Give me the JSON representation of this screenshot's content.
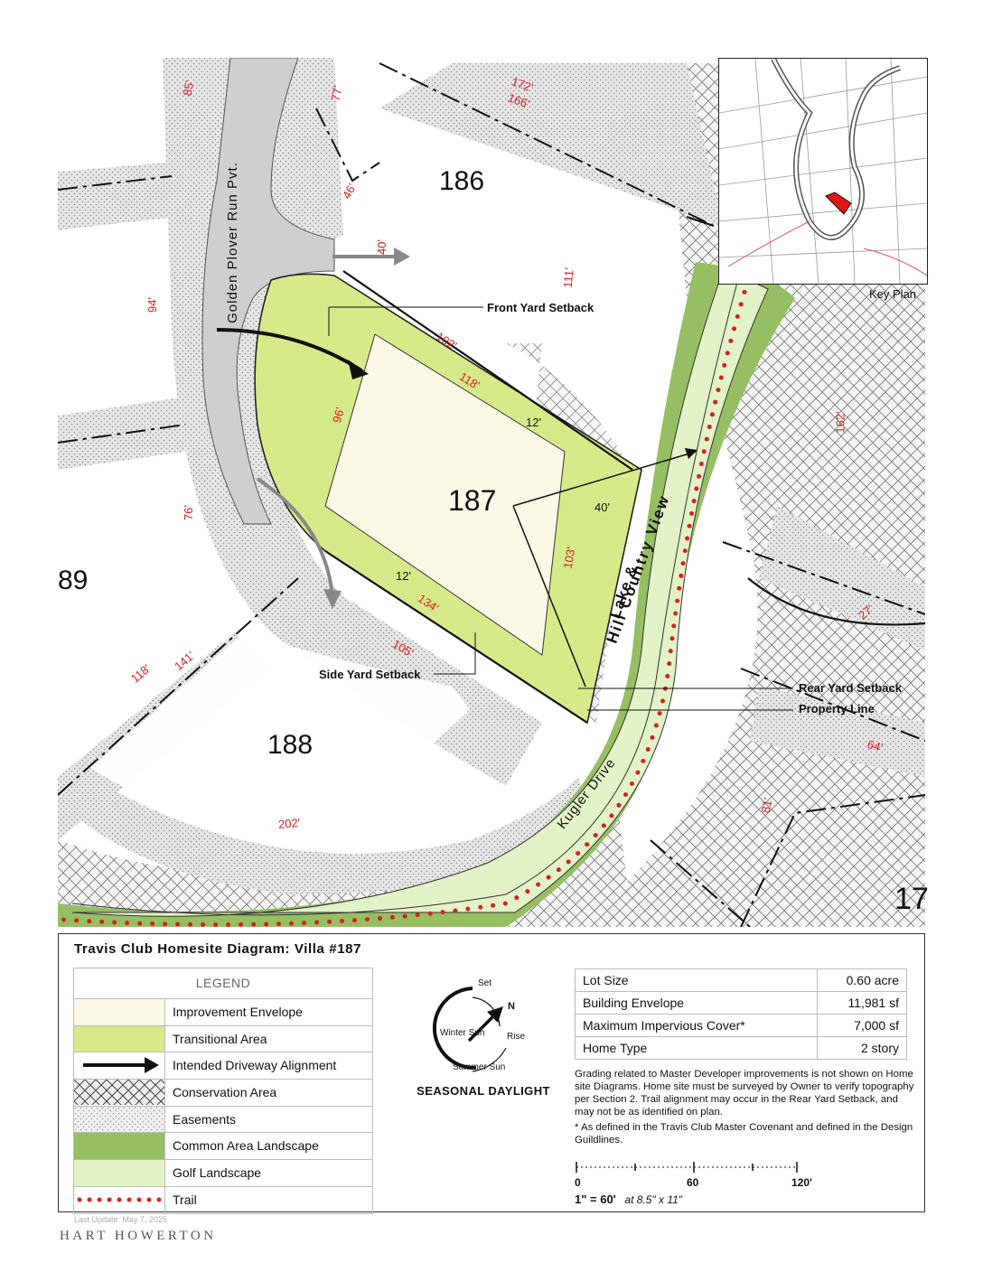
{
  "lots": {
    "main": "187",
    "north": "186",
    "south": "188",
    "west": "89",
    "east": "17"
  },
  "streets": {
    "golden_plover": "Golden Plover Run Pvt.",
    "lake_hill_line1": "Lake &",
    "lake_hill_line2": "Hill Country View",
    "kugler": "Kugler Drive"
  },
  "callouts": {
    "front_setback": "Front Yard Setback",
    "side_setback": "Side Yard Setback",
    "rear_setback": "Rear Yard Setback",
    "property_line": "Property Line"
  },
  "dimensions": {
    "d85": "85'",
    "d77": "77'",
    "d172": "172'",
    "d166": "166'",
    "d46": "46'",
    "d40a": "40'",
    "d111": "111'",
    "d94": "94'",
    "d102": "102'",
    "d118a": "118'",
    "d96": "96'",
    "d12a": "12'",
    "d162": "162'",
    "d40b": "40'",
    "d76": "76'",
    "d103": "103'",
    "d12b": "12'",
    "d134": "134'",
    "d27": "27'",
    "d105": "105'",
    "d118b": "118'",
    "d141": "141'",
    "d64": "64'",
    "d81": "81'",
    "d202": "202'"
  },
  "key_plan": {
    "label": "Key Plan"
  },
  "panel": {
    "title": "Travis Club Homesite Diagram: Villa #187"
  },
  "legend": {
    "header": "LEGEND",
    "items": [
      {
        "label": "Improvement Envelope",
        "swatch": "improvement",
        "color": "#fbf8e6"
      },
      {
        "label": "Transitional Area",
        "swatch": "transitional",
        "color": "#d6ea8a"
      },
      {
        "label": "Intended Driveway Alignment",
        "swatch": "driveway",
        "color": "#111111"
      },
      {
        "label": "Conservation Area",
        "swatch": "conservation",
        "color": "#444444"
      },
      {
        "label": "Easements",
        "swatch": "easements",
        "color": "#cfcfcf"
      },
      {
        "label": "Common Area Landscape",
        "swatch": "common",
        "color": "#96be63"
      },
      {
        "label": "Golf Landscape",
        "swatch": "golf",
        "color": "#e2f3c7"
      },
      {
        "label": "Trail",
        "swatch": "trail",
        "color": "#d42020"
      }
    ]
  },
  "daylight": {
    "set": "Set",
    "north": "N",
    "rise": "Rise",
    "winter": "Winter Sun",
    "summer": "Summer Sun",
    "title": "SEASONAL DAYLIGHT"
  },
  "stats": {
    "rows": [
      {
        "label": "Lot Size",
        "value": "0.60 acre"
      },
      {
        "label": "Building Envelope",
        "value": "11,981 sf"
      },
      {
        "label": "Maximum Impervious Cover*",
        "value": "7,000 sf"
      },
      {
        "label": "Home Type",
        "value": "2 story"
      }
    ]
  },
  "notes": {
    "grading": "Grading related to Master Developer improvements is not shown on Home site Diagrams. Home site must be surveyed by Owner to verify topography per Section 2. Trail alignment may occur in the Rear Yard Setback, and may not be as identified on plan.",
    "footnote": "* As defined in the Travis Club Master Covenant and defined in the Design Guildlines."
  },
  "scale": {
    "t0": "0",
    "t60": "60",
    "t120": "120'",
    "ratio": "1\" = 60'",
    "paper": "at 8.5\" x 11\""
  },
  "footer": {
    "last_update": "Last Update: May 7, 2025",
    "brand": "HART HOWERTON"
  }
}
